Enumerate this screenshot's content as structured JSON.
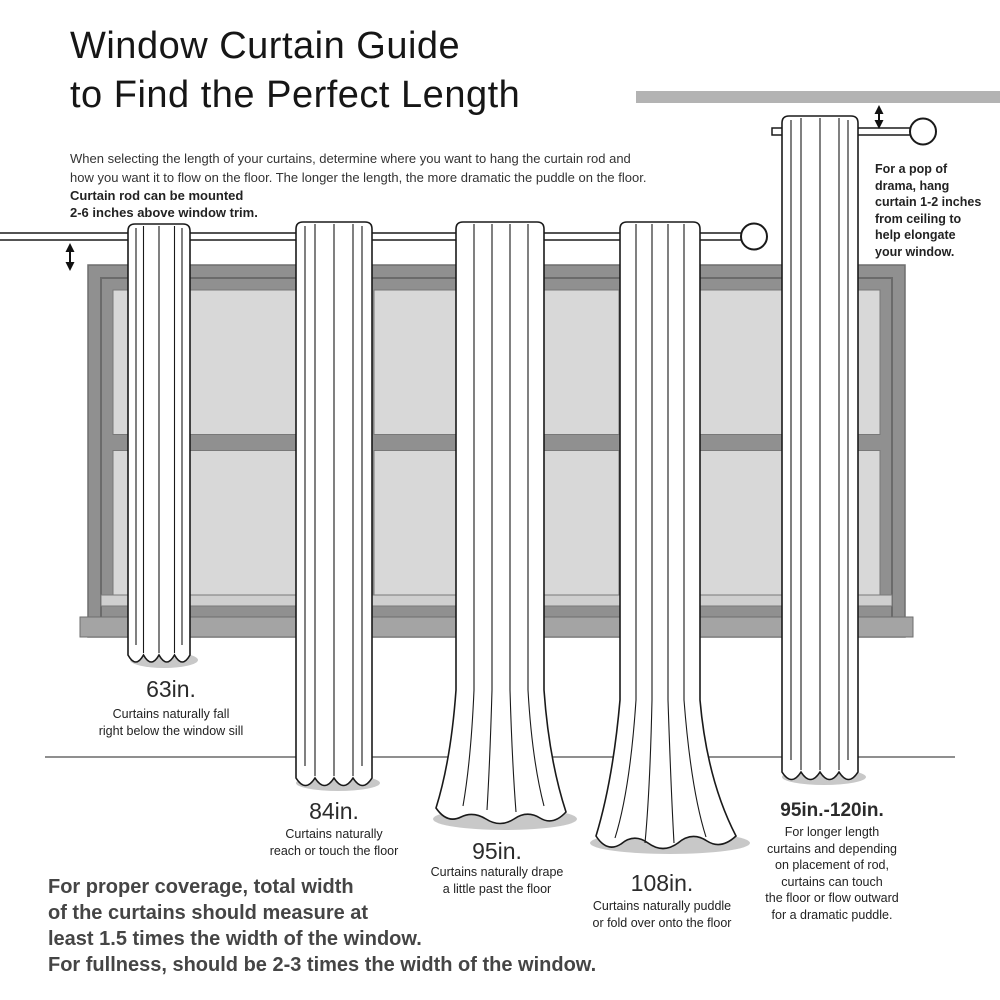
{
  "title": "Window Curtain Guide\nto Find the Perfect Length",
  "intro": "When selecting the length of your curtains, determine where you want to hang the curtain rod and\nhow you want it to flow on the floor. The longer the length, the more dramatic the puddle on the floor.",
  "rod_note": "Curtain rod can be mounted\n2-6 inches above window trim.",
  "ceiling_note": "For a pop of\ndrama, hang\ncurtain 1-2 inches\nfrom ceiling to\nhelp elongate\nyour window.",
  "curtains": [
    {
      "length": "63in.",
      "description": "Curtains naturally fall\nright below the window sill"
    },
    {
      "length": "84in.",
      "description": "Curtains naturally\nreach or touch the floor"
    },
    {
      "length": "95in.",
      "description": "Curtains naturally drape\na little past the floor"
    },
    {
      "length": "108in.",
      "description": "Curtains naturally puddle\nor fold over onto the floor"
    },
    {
      "length": "95in.-120in.",
      "description": "For longer length\ncurtains and depending\non placement of rod,\ncurtains can touch\nthe floor or flow outward\nfor a dramatic puddle."
    }
  ],
  "coverage_note": "For proper coverage, total width\nof the curtains should measure at\nleast 1.5 times the width of the window.\nFor fullness, should be 2-3 times the width of the window.",
  "colors": {
    "frame_gray": "#909090",
    "pane_gray": "#d8d8d8",
    "sill_gray": "#a4a4a4",
    "shadow_gray": "#c8c8c8",
    "ceiling_gray": "#b3b3b3",
    "ink": "#1a1a1a"
  }
}
